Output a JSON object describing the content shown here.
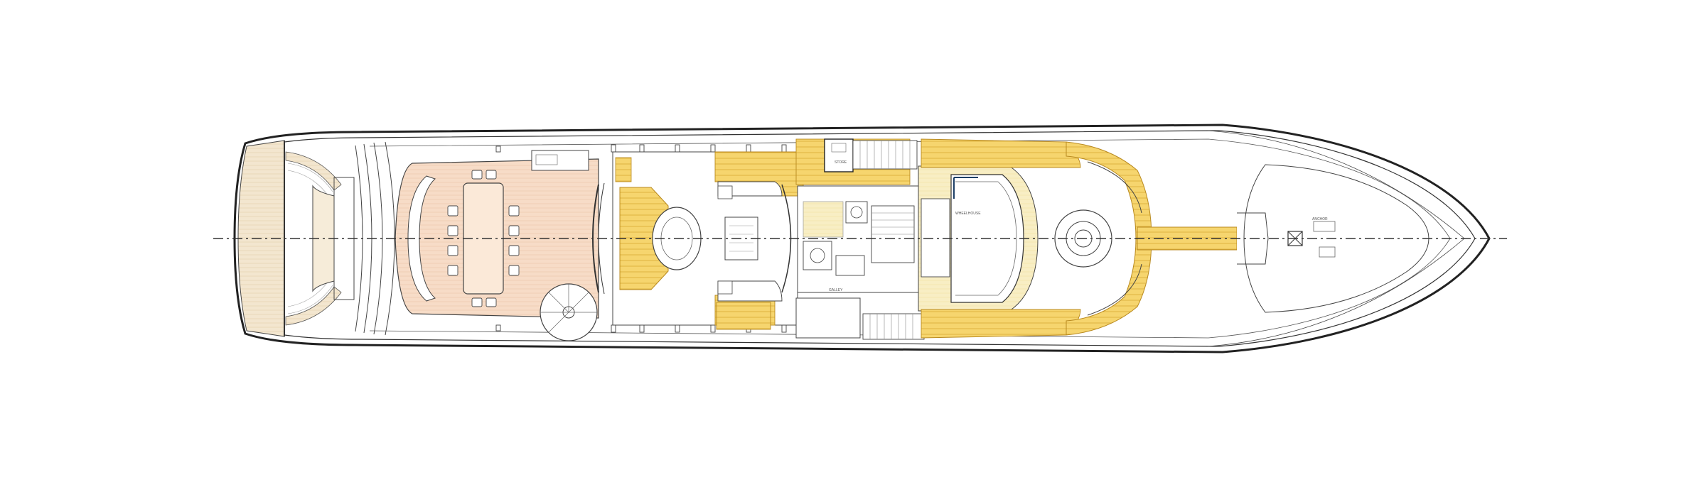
{
  "diagram": {
    "type": "yacht-deck-plan",
    "view": "plan",
    "colors": {
      "hull_line": "#222222",
      "teak_deck": "#f0e2c8",
      "dining_area": "#f6dcc6",
      "yellow_highlight": "#f2c75a",
      "light_yellow": "#f8eec2",
      "centerline": "#333333"
    },
    "labels": {
      "wheelhouse_note": "WHEELHOUSE",
      "anchor_note": "ANCHOR",
      "store_note": "STORE",
      "galley_note": "GALLEY"
    }
  }
}
